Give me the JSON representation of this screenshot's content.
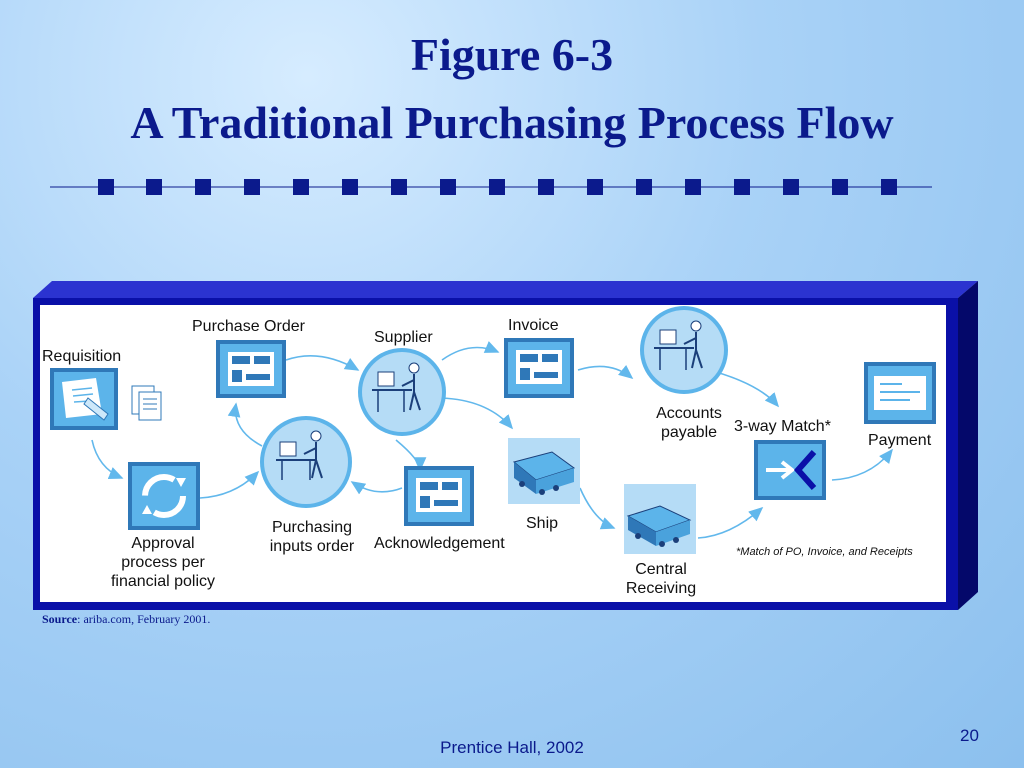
{
  "slide": {
    "title_line1": "Figure 6-3",
    "title_line2": "A Traditional Purchasing Process Flow",
    "source_label": "Source",
    "source_text": ": ariba.com, February 2001.",
    "footer": "Prentice Hall, 2002",
    "page_number": "20"
  },
  "diagram": {
    "nodes": {
      "requisition": "Requisition",
      "approval": [
        "Approval",
        "process per",
        "financial policy"
      ],
      "purchase_order": "Purchase Order",
      "purchasing_inputs": [
        "Purchasing",
        "inputs order"
      ],
      "supplier": "Supplier",
      "acknowledgement": "Acknowledgement",
      "invoice": "Invoice",
      "ship": "Ship",
      "central_receiving": [
        "Central",
        "Receiving"
      ],
      "accounts_payable": [
        "Accounts",
        "payable"
      ],
      "three_way_match": "3-way Match*",
      "payment": "Payment"
    },
    "footnote": "*Match of PO, Invoice, and Receipts"
  },
  "colors": {
    "title": "#0b1a8c",
    "frame": "#0a10a8",
    "icon_fill": "#5cb4ea",
    "arrow": "#62b8ec"
  }
}
